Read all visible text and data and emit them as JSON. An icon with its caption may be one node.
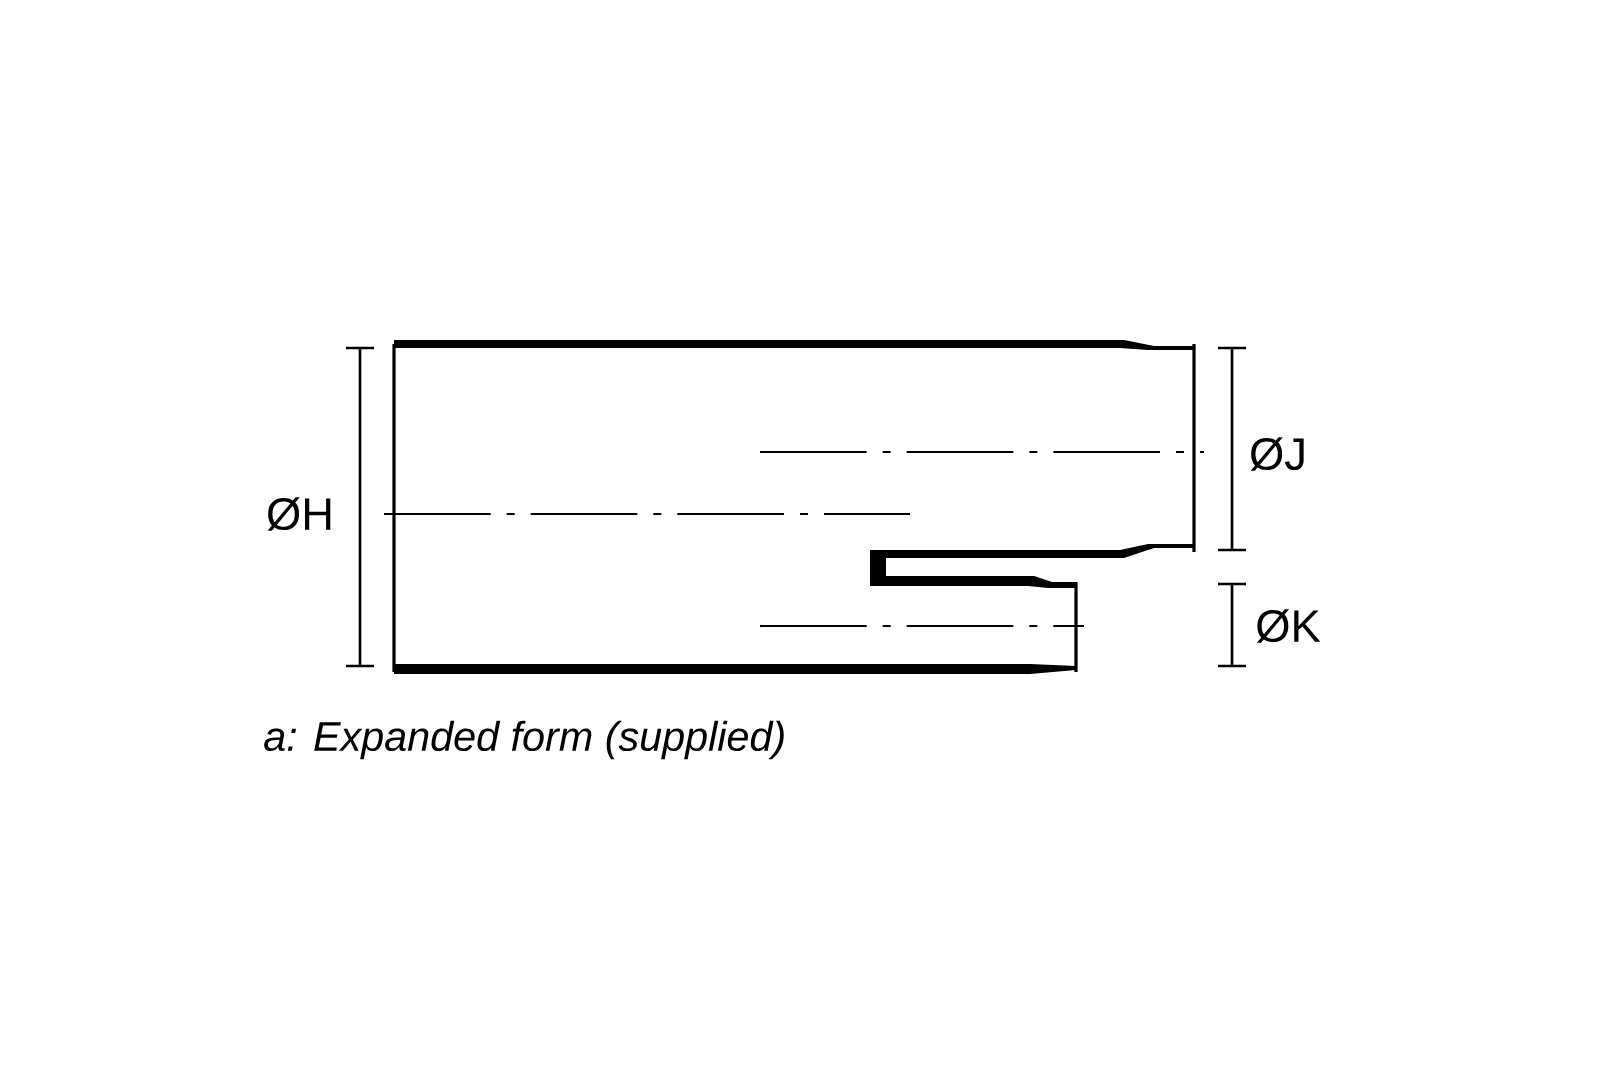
{
  "diagram": {
    "caption": "a: Expanded form (supplied)",
    "labels": [
      "ØH",
      "ØJ",
      "ØK"
    ]
  }
}
